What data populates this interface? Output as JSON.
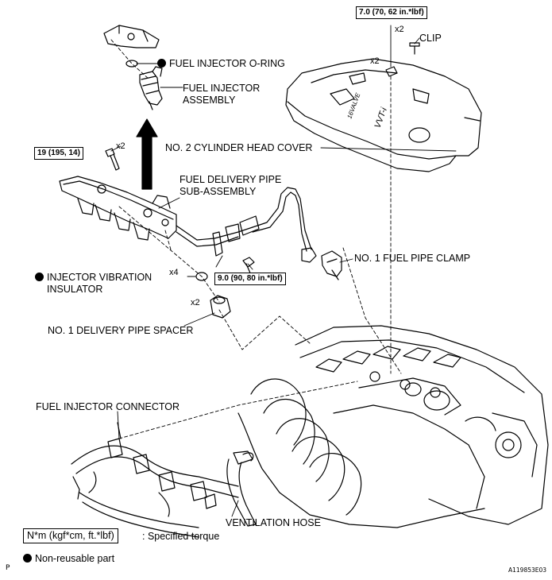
{
  "labels": {
    "o_ring": "FUEL INJECTOR O-RING",
    "injector_line1": "FUEL INJECTOR",
    "injector_line2": "ASSEMBLY",
    "head_cover": "NO. 2 CYLINDER HEAD COVER",
    "clip": "CLIP",
    "delivery_pipe_line1": "FUEL DELIVERY PIPE",
    "delivery_pipe_line2": "SUB-ASSEMBLY",
    "fuel_pipe_clamp": "NO. 1 FUEL PIPE CLAMP",
    "vibration_insulator_line1": "INJECTOR VIBRATION",
    "vibration_insulator_line2": "INSULATOR",
    "spacer": "NO. 1 DELIVERY PIPE SPACER",
    "connector": "FUEL INJECTOR CONNECTOR",
    "ventilation_hose": "VENTILATION HOSE",
    "cover_logo_1": "VVT-i",
    "cover_logo_2": "16VALVE"
  },
  "torques": {
    "cover_nut": "7.0 (70, 62 in.*lbf)",
    "pipe_bolt": "19 (195, 14)",
    "clamp_bolt": "9.0 (90, 80 in.*lbf)"
  },
  "quantities": {
    "cover_x2_top": "x2",
    "cover_x2_side": "x2",
    "bolt_x2": "x2",
    "insulator_x4": "x4",
    "spacer_x2": "x2"
  },
  "legend": {
    "torque_unit": "N*m (kgf*cm, ft.*lbf)",
    "torque_desc": ": Specified torque",
    "non_reusable": "Non-reusable part"
  },
  "footer": {
    "page_mark": "P",
    "figure_id": "A119853E03"
  }
}
